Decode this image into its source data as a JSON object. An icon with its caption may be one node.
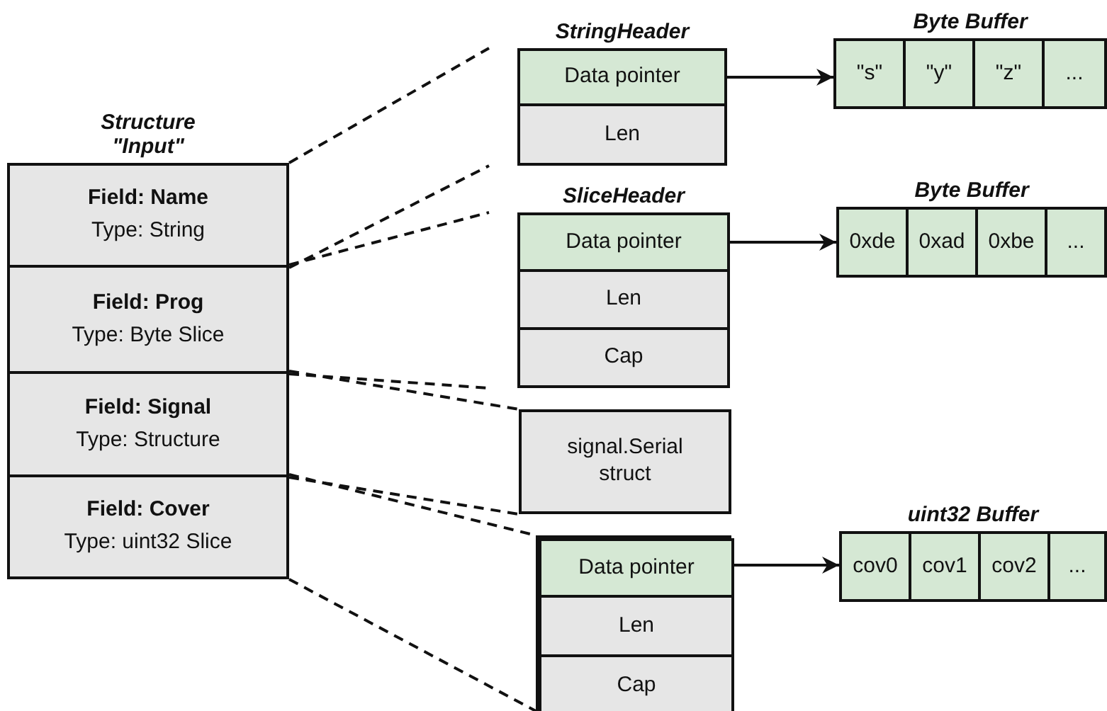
{
  "diagram": {
    "nodes": [
      {
        "text": [
          "Structure \"Input\""
        ]
      },
      {
        "text": [
          "Field: Name",
          "Type: String"
        ],
        "in": 0
      },
      {
        "text": [
          "Field: Prog",
          "Type: Byte Slice"
        ],
        "in": 0
      },
      {
        "text": [
          "Field: Signal",
          "Type: Structure"
        ],
        "in": 0
      },
      {
        "text": [
          "Field: Cover",
          "Type: uint32 Slice"
        ],
        "in": 0
      },
      {
        "text": [
          "StringHeader"
        ]
      },
      {
        "text": [
          "Data pointer"
        ],
        "in": 5
      },
      {
        "text": [
          "Len"
        ],
        "in": 5
      },
      {
        "text": [
          "Byte Buffer"
        ]
      },
      {
        "text": [
          "\"s\""
        ],
        "in": 8
      },
      {
        "text": [
          "\"y\""
        ],
        "in": 8
      },
      {
        "text": [
          "\"z\""
        ],
        "in": 8
      },
      {
        "text": [
          "..."
        ],
        "in": 8
      },
      {
        "text": [
          "SliceHeader"
        ]
      },
      {
        "text": [
          "Data pointer"
        ],
        "in": 13
      },
      {
        "text": [
          "Len"
        ],
        "in": 13
      },
      {
        "text": [
          "Cap"
        ],
        "in": 13
      },
      {
        "text": [
          "Byte Buffer"
        ]
      },
      {
        "text": [
          "0xde"
        ],
        "in": 17
      },
      {
        "text": [
          "0xad"
        ],
        "in": 17
      },
      {
        "text": [
          "0xbe"
        ],
        "in": 17
      },
      {
        "text": [
          "..."
        ],
        "in": 17
      },
      {
        "text": [
          "signal.Serial struct"
        ]
      },
      {
        "text": [],
        "shape": "box"
      },
      {
        "text": [
          "Data pointer"
        ],
        "in": 23
      },
      {
        "text": [
          "Len"
        ],
        "in": 23
      },
      {
        "text": [
          "Cap"
        ],
        "in": 23
      },
      {
        "text": [
          "uint32 Buffer"
        ]
      },
      {
        "text": [
          "cov0"
        ],
        "in": 27
      },
      {
        "text": [
          "cov1"
        ],
        "in": 27
      },
      {
        "text": [
          "cov2"
        ],
        "in": 27
      },
      {
        "text": [
          "..."
        ],
        "in": 27
      }
    ],
    "edges": [
      {
        "from": 1,
        "to": 5,
        "arrow": "none",
        "style": "dashed"
      },
      {
        "from": 1,
        "to": 5,
        "arrow": "none",
        "style": "dashed"
      },
      {
        "from": 2,
        "to": 13,
        "arrow": "none",
        "style": "dashed"
      },
      {
        "from": 2,
        "to": 13,
        "arrow": "none",
        "style": "dashed"
      },
      {
        "from": 3,
        "to": 22,
        "arrow": "none",
        "style": "dashed"
      },
      {
        "from": 3,
        "to": 22,
        "arrow": "none",
        "style": "dashed"
      },
      {
        "from": 4,
        "to": 23,
        "arrow": "none",
        "style": "dashed"
      },
      {
        "from": 4,
        "to": 23,
        "arrow": "none",
        "style": "dashed"
      },
      {
        "from": 6,
        "to": 9,
        "arrow": "to"
      },
      {
        "from": 14,
        "to": 18,
        "arrow": "to"
      },
      {
        "from": 24,
        "to": 28,
        "arrow": "to"
      }
    ]
  }
}
